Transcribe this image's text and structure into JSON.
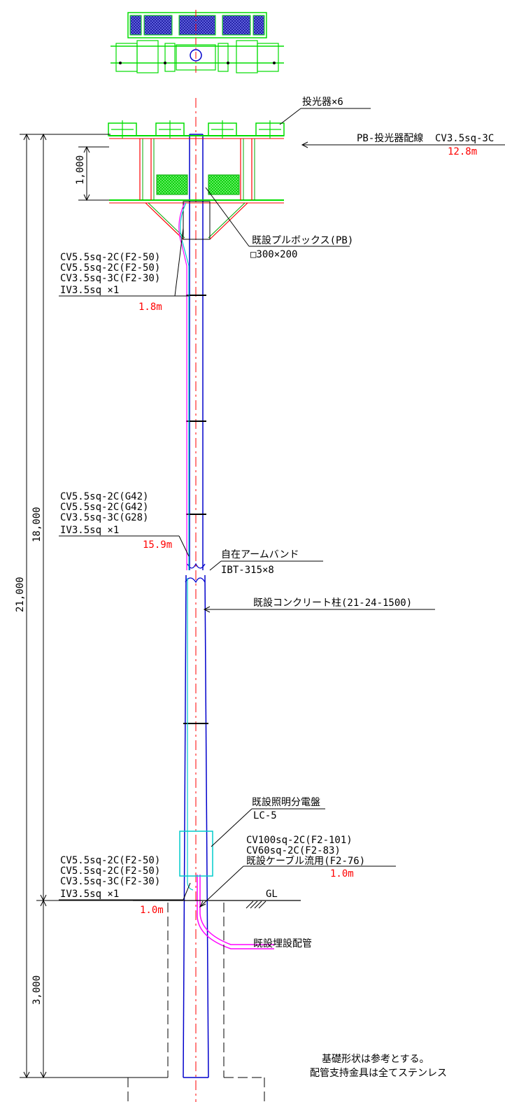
{
  "title": "",
  "colors": {
    "pole": "#0000cc",
    "center": "#ff0000",
    "fixture": "#00dd00",
    "fixture_fill": "#0000aa",
    "cable_cyan": "#00cccc",
    "cable_magenta": "#ff00ff",
    "leader": "#000000",
    "length_text": "#ff0000"
  },
  "labels": {
    "projector": "投光器×6",
    "pb_wiring": "PB-投光器配線",
    "pb_wiring_cable": "CV3.5sq-3C",
    "pb_wiring_len": "12.8m",
    "pullbox": "既設プルボックス(PB)",
    "pullbox_size": "□300×200",
    "upper_cables": [
      "CV5.5sq-2C(F2-50)",
      "CV5.5sq-2C(F2-50)",
      "CV3.5sq-3C(F2-30)",
      "IV3.5sq ×1"
    ],
    "upper_len": "1.8m",
    "mid_cables": [
      "CV5.5sq-2C(G42)",
      "CV5.5sq-2C(G42)",
      "CV3.5sq-3C(G28)",
      "IV3.5sq ×1"
    ],
    "mid_len": "15.9m",
    "armband": "自在アームバンド",
    "armband_spec": "IBT-315×8",
    "pole": "既設コンクリート柱(21-24-1500)",
    "panel": "既設照明分電盤",
    "panel_id": "LC-5",
    "feed_cables": [
      "CV100sq-2C(F2-101)",
      "CV60sq-2C(F2-83)",
      "既設ケーブル流用(F2-76)"
    ],
    "feed_len": "1.0m",
    "low_cables": [
      "CV5.5sq-2C(F2-50)",
      "CV5.5sq-2C(F2-50)",
      "CV3.5sq-3C(F2-30)",
      "IV3.5sq ×1"
    ],
    "low_len": "1.0m",
    "gl": "GL",
    "conduit": "既設埋設配管",
    "notes": [
      "基礎形状は参考とする。",
      "配管支持金具は全てステンレス"
    ]
  },
  "dimensions": {
    "d1000": "1,000",
    "d18000": "18,000",
    "d21000": "21,000",
    "d3000": "3,000"
  }
}
